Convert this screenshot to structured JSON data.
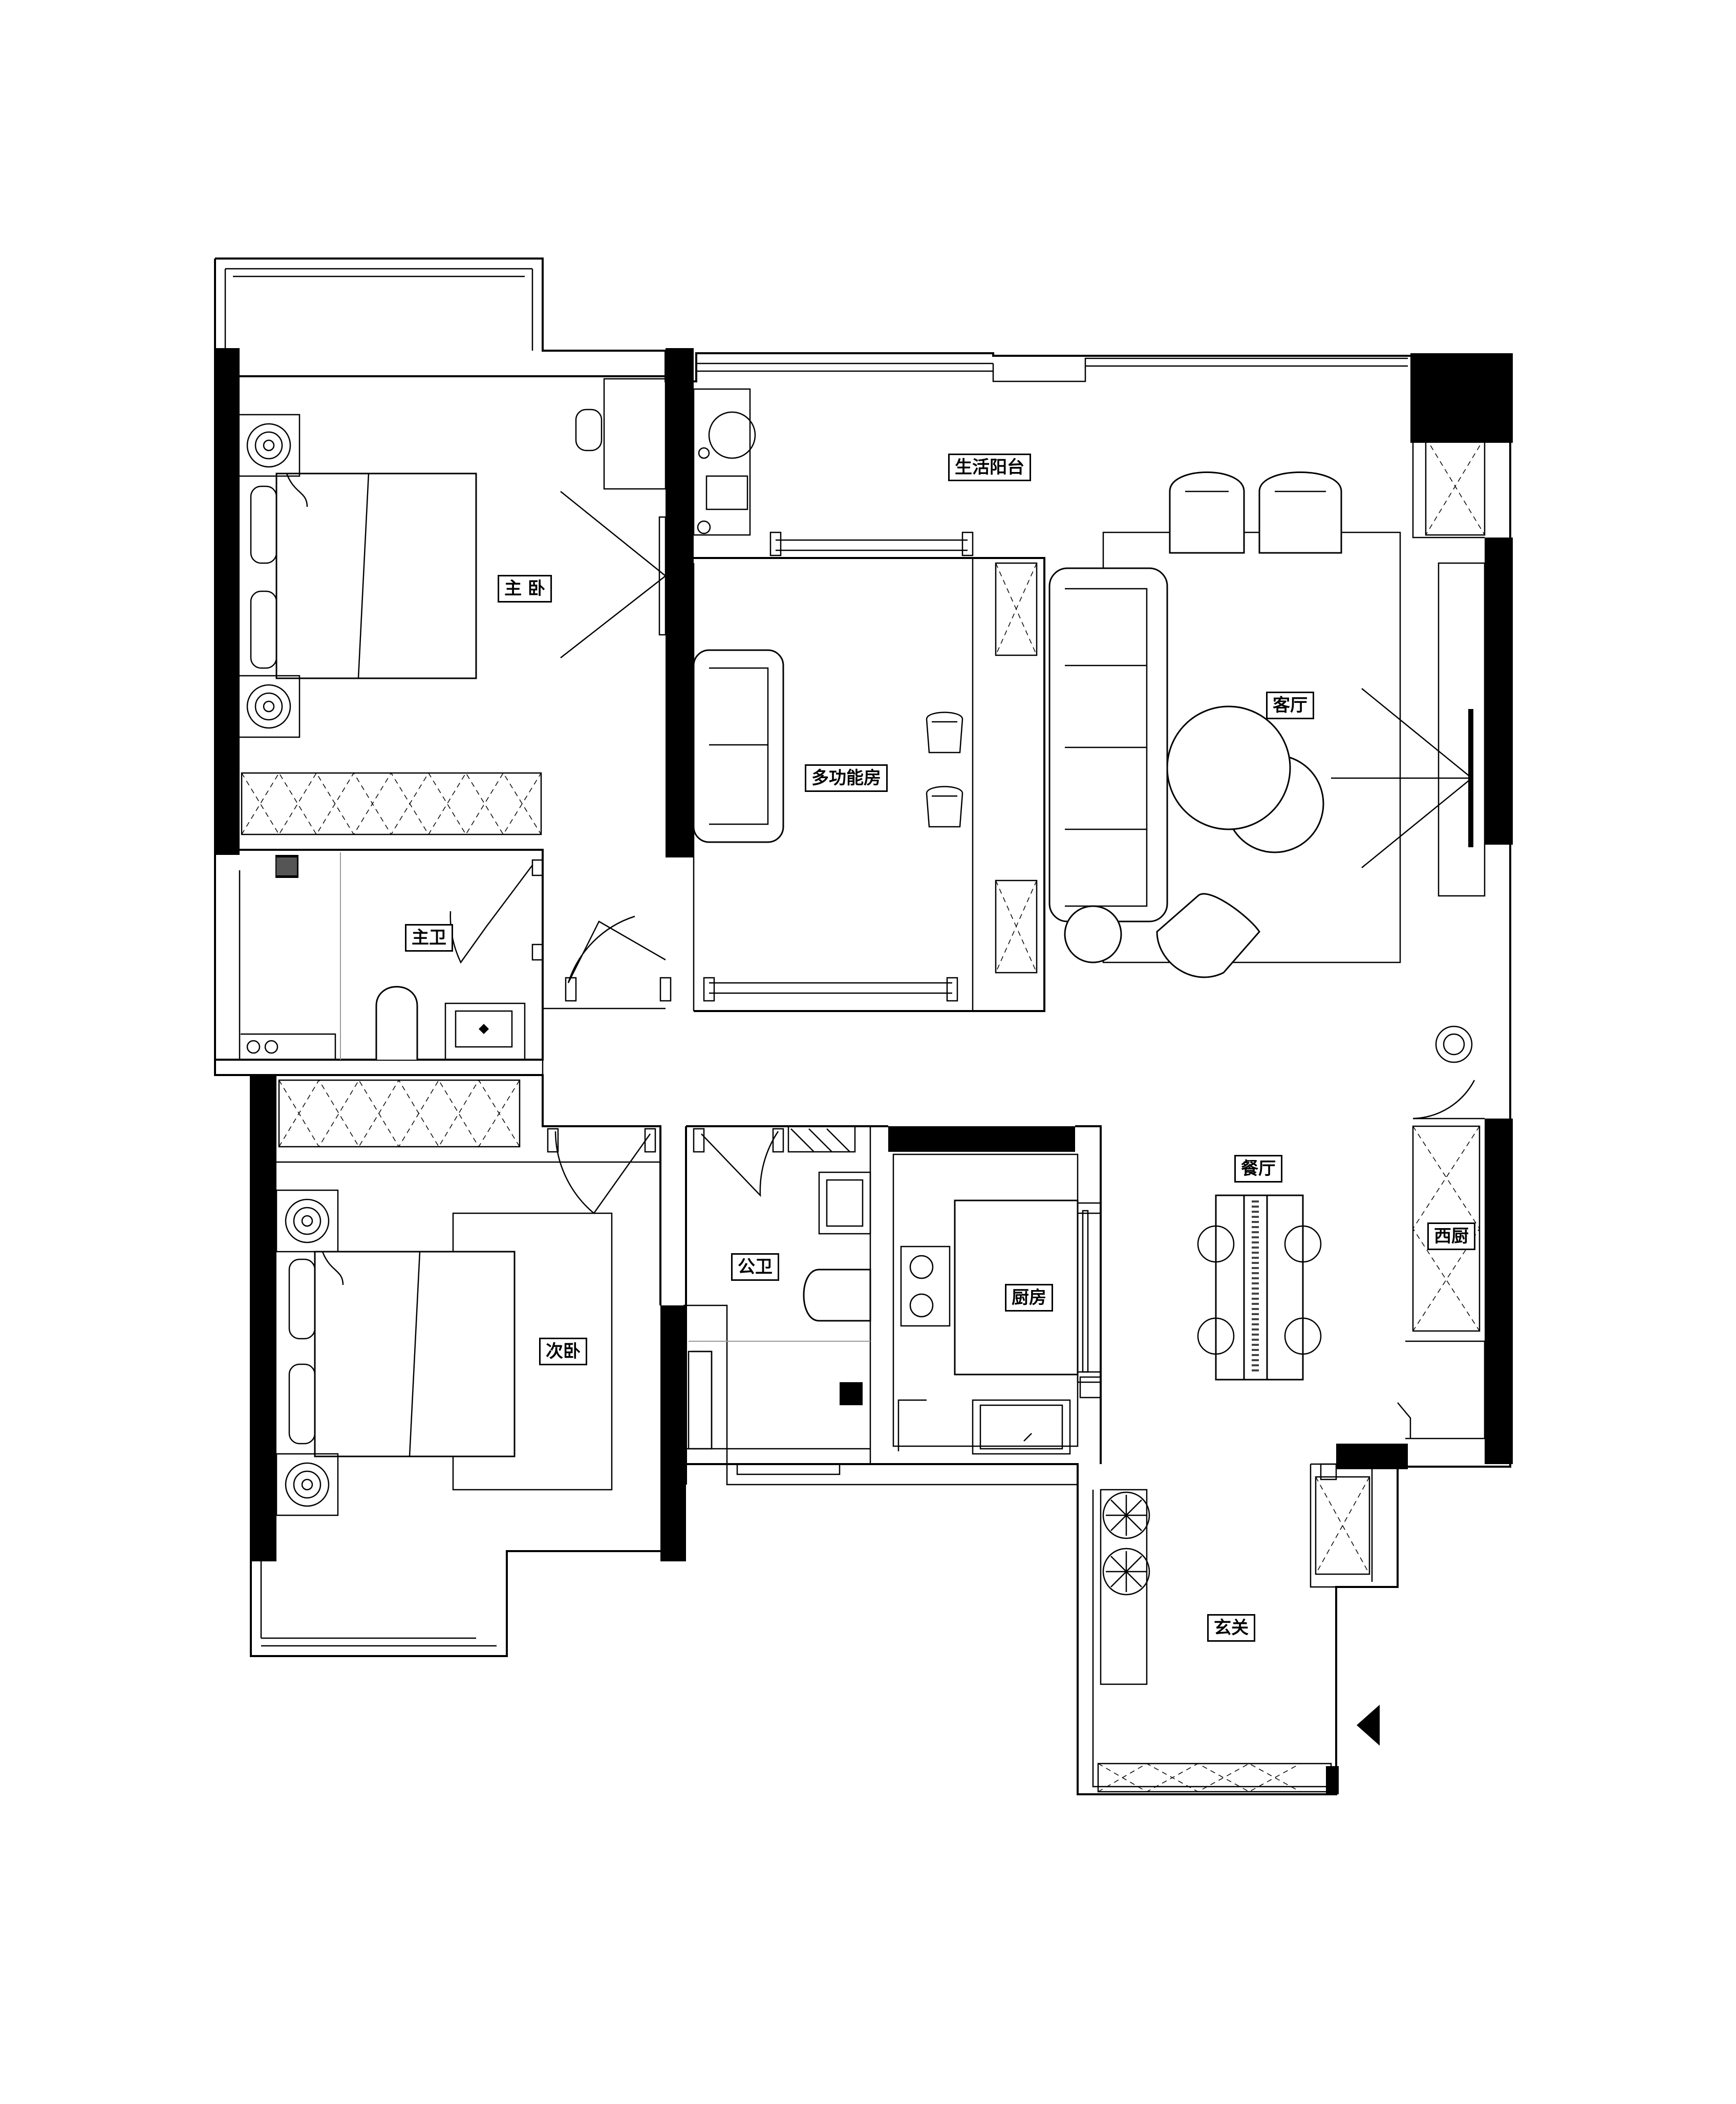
{
  "rooms": {
    "master_bedroom": "主 卧",
    "master_bath": "主卫",
    "multi_room": "多功能房",
    "balcony": "生活阳台",
    "living": "客厅",
    "dining": "餐厅",
    "western_kitchen": "西厨",
    "second_bedroom": "次卧",
    "public_bath": "公卫",
    "kitchen": "厨房",
    "entry": "玄关"
  },
  "icons": [
    "entry-arrow-icon",
    "bed-icon",
    "sofa-icon",
    "armchair-icon",
    "round-table-icon",
    "dining-table-icon",
    "toilet-icon",
    "sink-icon",
    "stove-icon",
    "plant-icon",
    "door-swing-icon",
    "sliding-door-icon",
    "wardrobe-cross-icon"
  ],
  "colors": {
    "wall": "#000000",
    "line": "#000000",
    "background": "#ffffff"
  }
}
